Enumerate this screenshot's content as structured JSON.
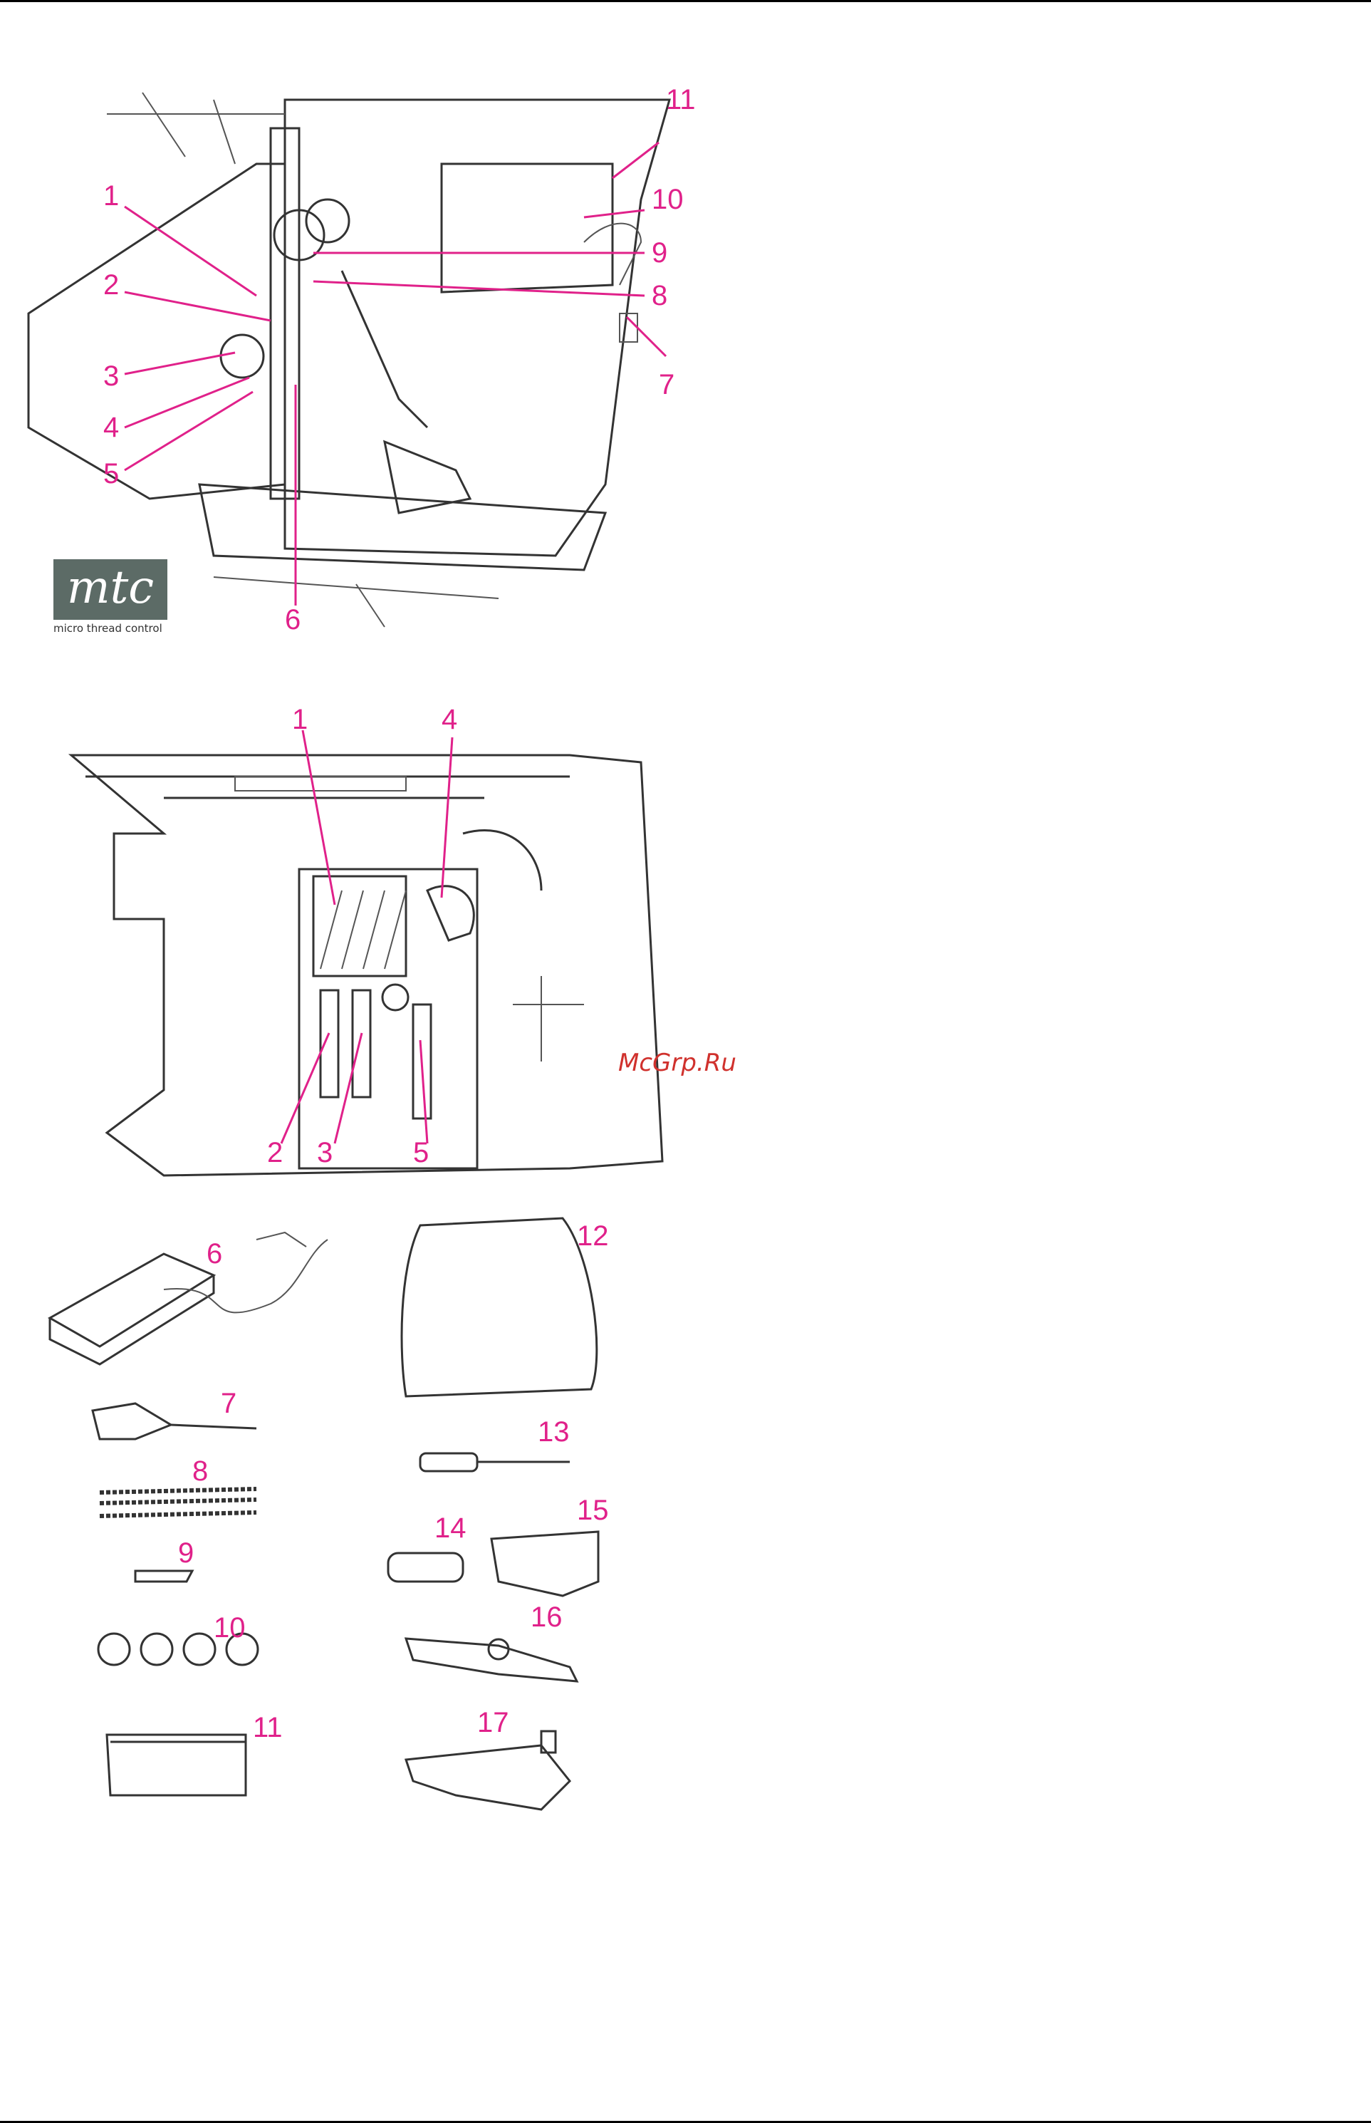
{
  "watermark": "McGrp.Ru",
  "logo": {
    "mark": "mtc",
    "caption": "micro thread control"
  },
  "figure_top": {
    "labels": [
      "1",
      "2",
      "3",
      "4",
      "5",
      "6",
      "7",
      "8",
      "9",
      "10",
      "11"
    ]
  },
  "figure_middle": {
    "labels": [
      "1",
      "2",
      "3",
      "4",
      "5"
    ]
  },
  "figure_accessories": {
    "labels": [
      "6",
      "7",
      "8",
      "9",
      "10",
      "11",
      "12",
      "13",
      "14",
      "15",
      "16",
      "17"
    ]
  },
  "colors": {
    "callout": "#e0218a",
    "watermark": "#d0312d",
    "line_art": "#333333"
  }
}
